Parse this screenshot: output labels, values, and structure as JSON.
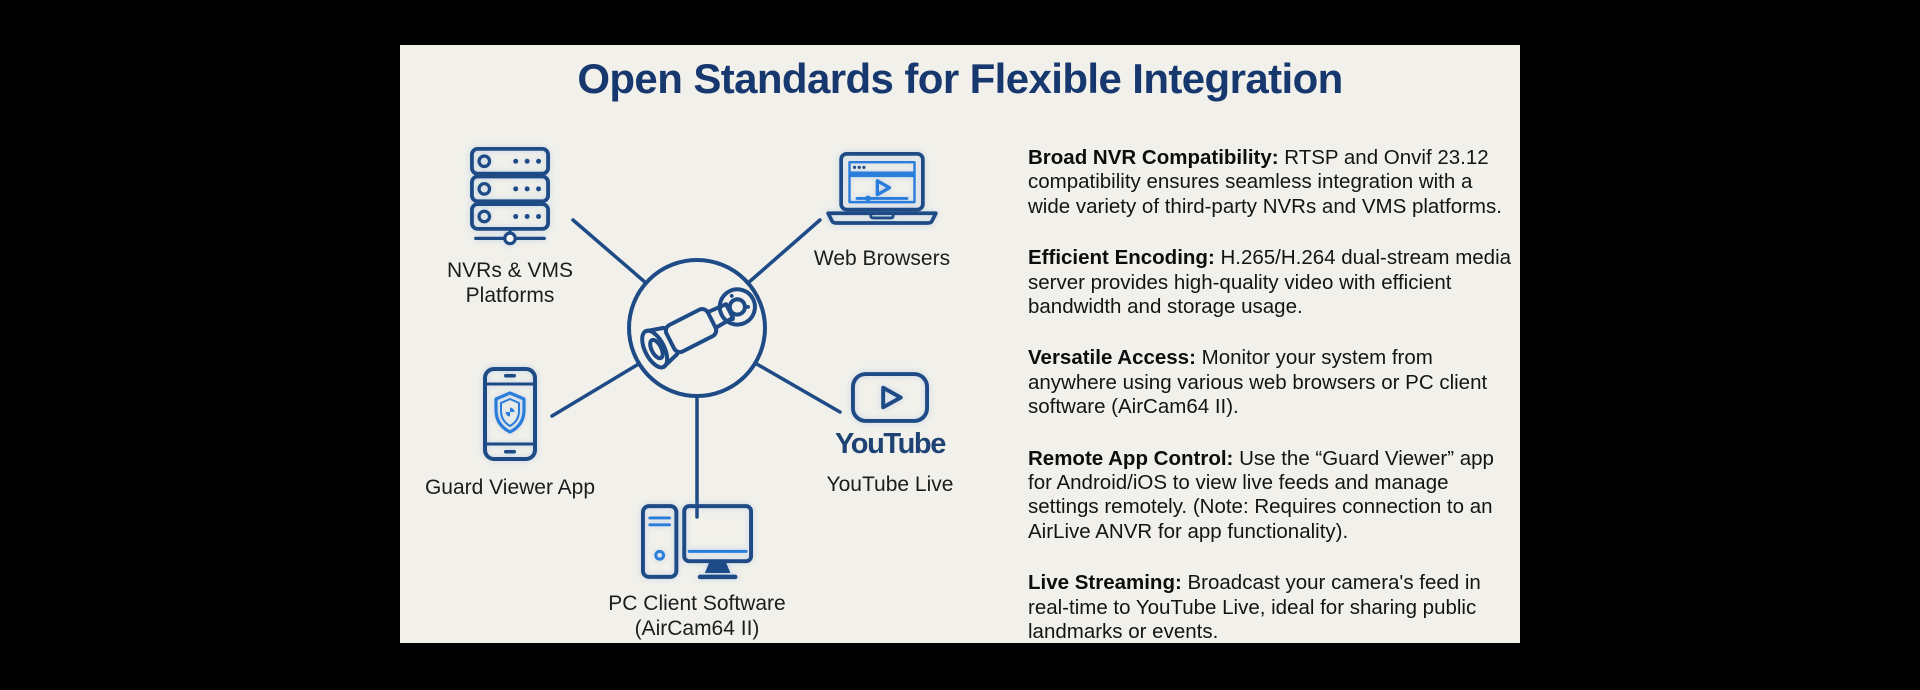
{
  "title": "Open Standards for Flexible Integration",
  "colors": {
    "stage_bg": "#000000",
    "panel_bg": "#f1f0ea",
    "navy": "#1e4b86",
    "title_navy": "#17386e",
    "blue": "#2b7ddb",
    "text_dark": "#141414",
    "label_dark": "#1c1c1e"
  },
  "diagram": {
    "hub": {
      "icon": "security-camera-icon"
    },
    "nodes": [
      {
        "id": "nvrs-vms",
        "icon": "server-stack-icon",
        "label_line1": "NVRs & VMS",
        "label_line2": "Platforms"
      },
      {
        "id": "web-browsers",
        "icon": "laptop-browser-icon",
        "label_line1": "Web Browsers"
      },
      {
        "id": "guard-viewer",
        "icon": "phone-shield-icon",
        "label_line1": "Guard Viewer App"
      },
      {
        "id": "youtube-live",
        "icon": "youtube-play-icon",
        "wordmark": "YouTube",
        "label_line1": "YouTube Live"
      },
      {
        "id": "pc-client",
        "icon": "desktop-pc-icon",
        "label_line1": "PC Client Software",
        "label_line2": "(AirCam64 II)"
      }
    ]
  },
  "features": [
    {
      "heading": "Broad NVR Compatibility:",
      "body": " RTSP and Onvif 23.12 compatibility ensures seamless integration with a wide variety of third-party NVRs and VMS platforms."
    },
    {
      "heading": "Efficient Encoding:",
      "body": " H.265/H.264 dual-stream media server provides high-quality video with efficient bandwidth and storage usage."
    },
    {
      "heading": "Versatile Access:",
      "body": " Monitor your system from anywhere using various web browsers or PC client software (AirCam64 II)."
    },
    {
      "heading": "Remote App Control:",
      "body": " Use the “Guard Viewer” app for Android/iOS to view live feeds and manage settings remotely. (Note: Requires connection to an AirLive ANVR for app functionality)."
    },
    {
      "heading": "Live Streaming:",
      "body": " Broadcast your camera's feed in real-time to YouTube Live, ideal for sharing public landmarks or events."
    }
  ]
}
